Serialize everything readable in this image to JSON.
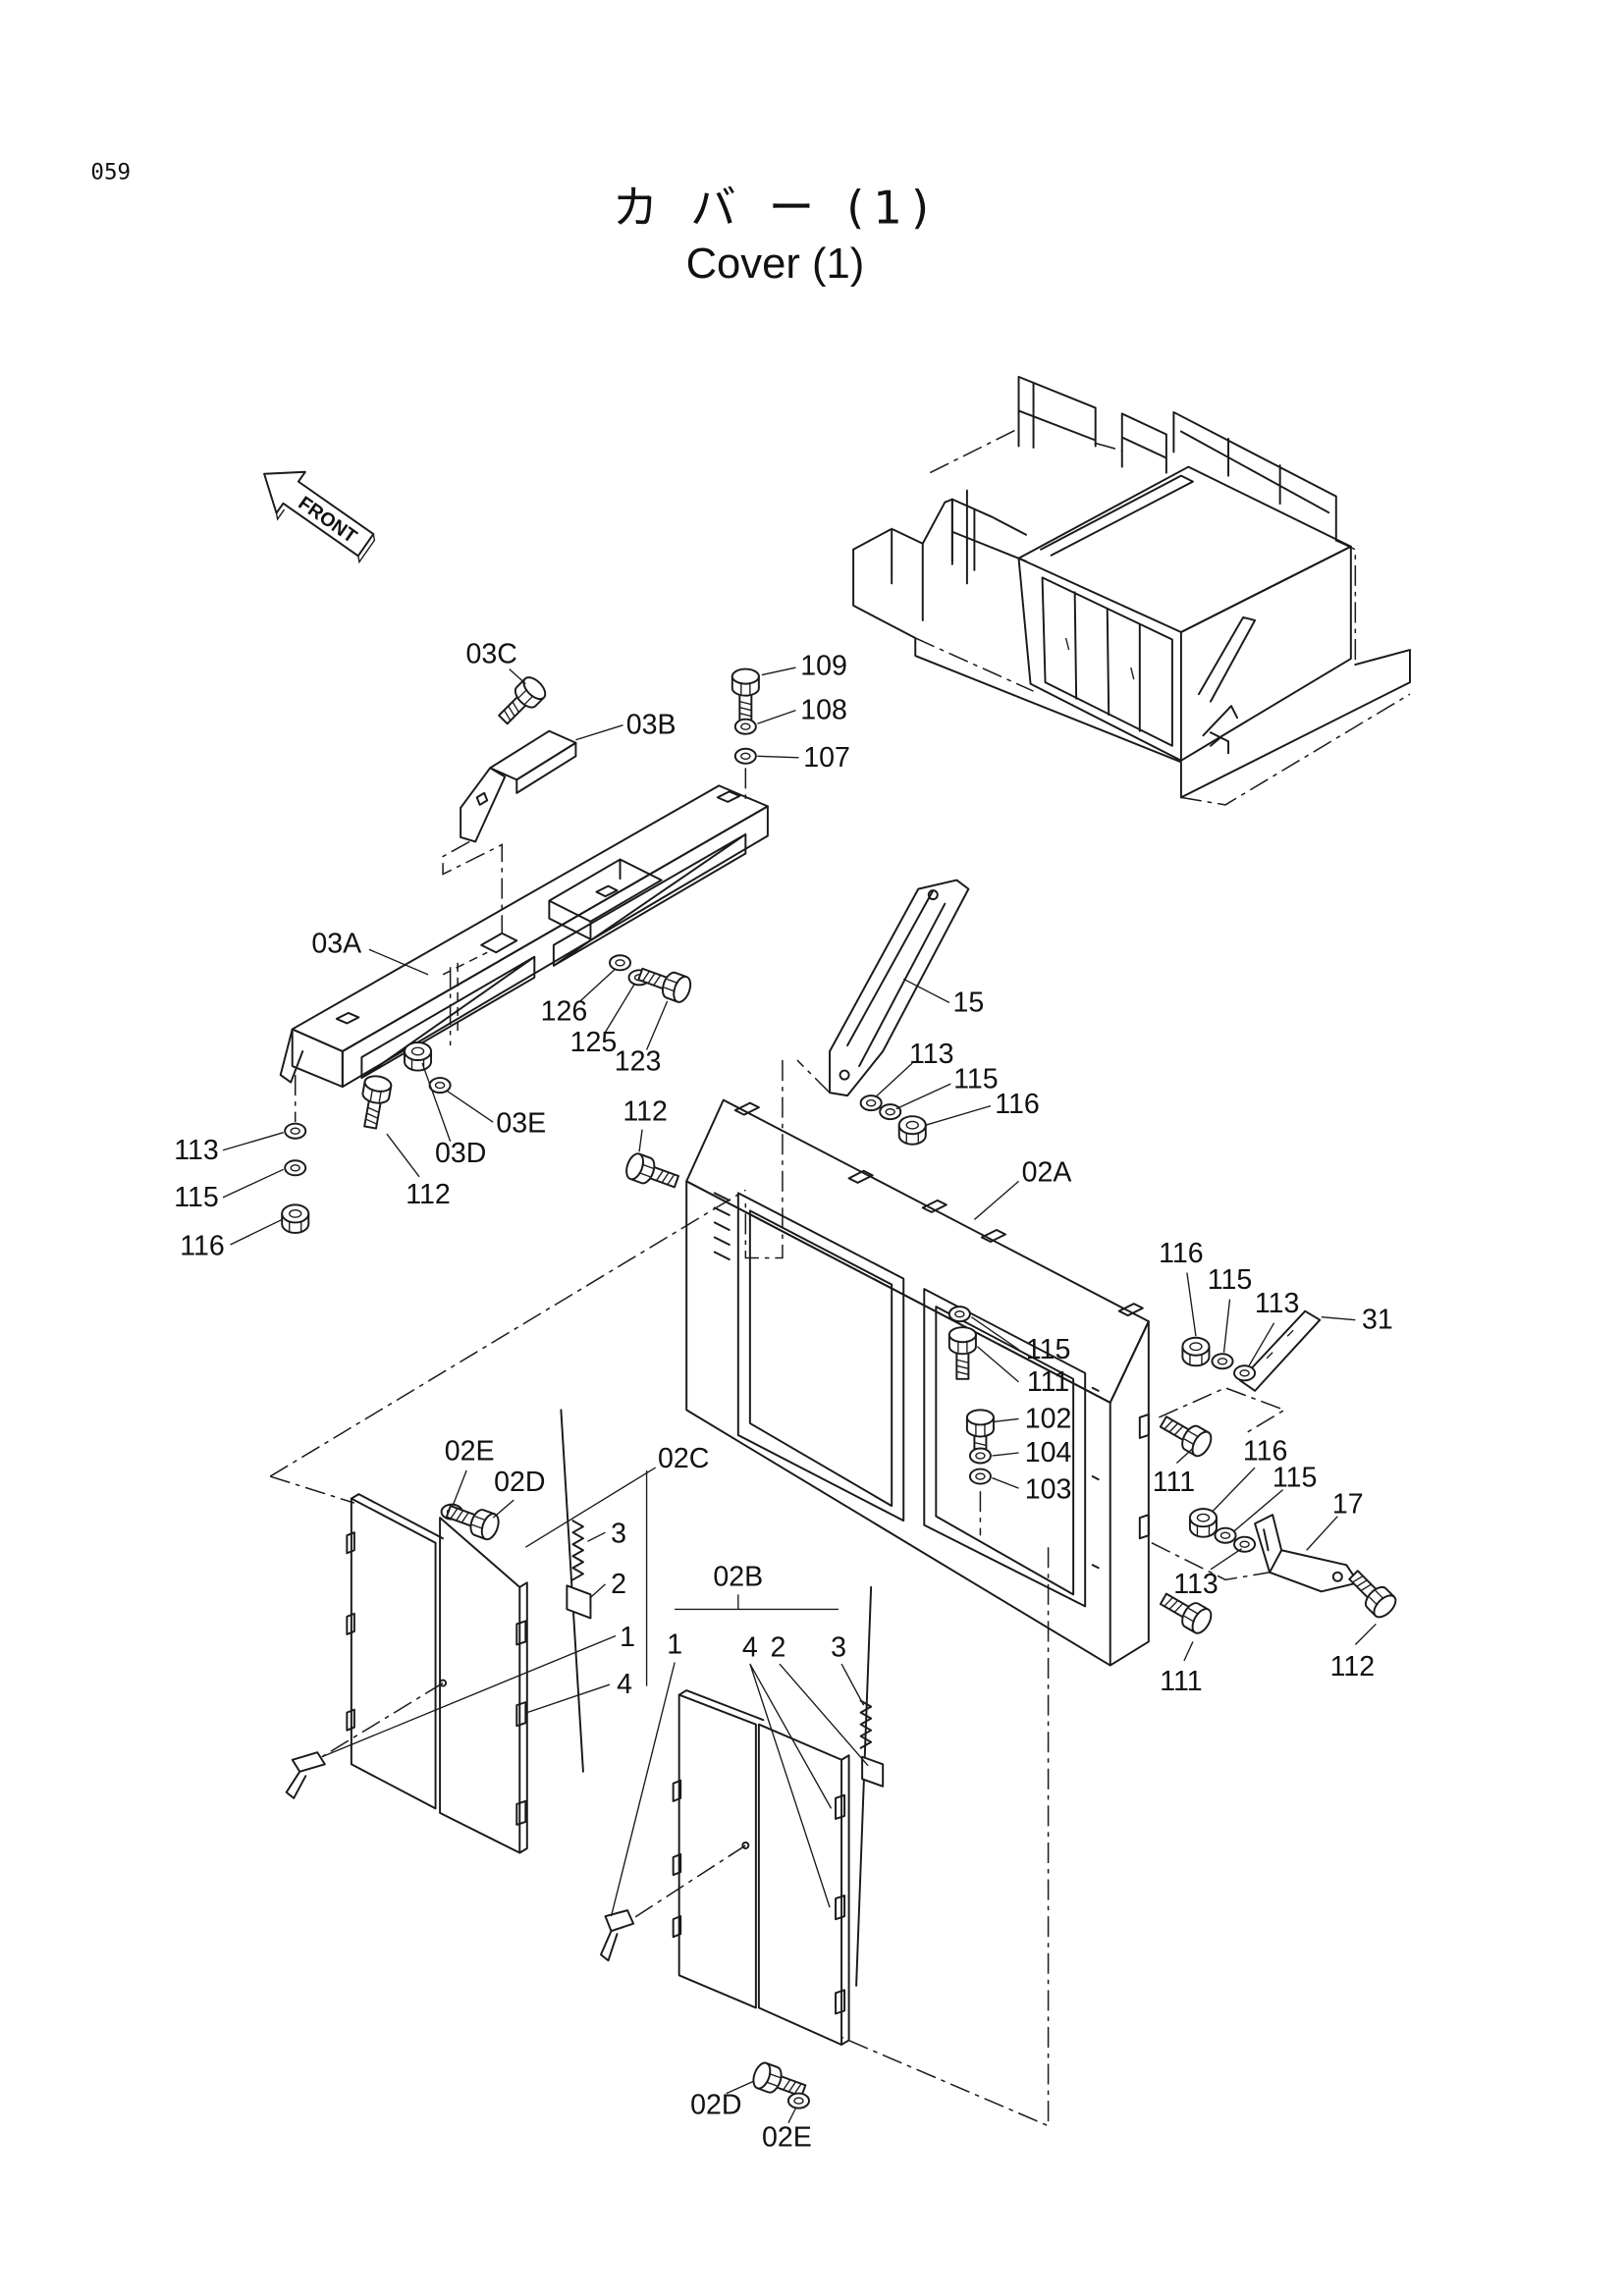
{
  "page_number": "059",
  "title_jp": "カ バ ー (1)",
  "title_en": "Cover (1)",
  "front_arrow": "FRONT",
  "callouts": [
    "03C",
    "109",
    "108",
    "03B",
    "107",
    "03A",
    "15",
    "126",
    "125",
    "123",
    "113",
    "115",
    "116",
    "03E",
    "03D",
    "112",
    "113",
    "115",
    "116",
    "112",
    "02A",
    "116",
    "115",
    "113",
    "31",
    "115",
    "111",
    "102",
    "104",
    "103",
    "111",
    "116",
    "115",
    "17",
    "113",
    "112",
    "111",
    "02E",
    "02D",
    "02C",
    "3",
    "2",
    "1",
    "4",
    "02B",
    "1",
    "4",
    "2",
    "3",
    "02D",
    "02E"
  ]
}
